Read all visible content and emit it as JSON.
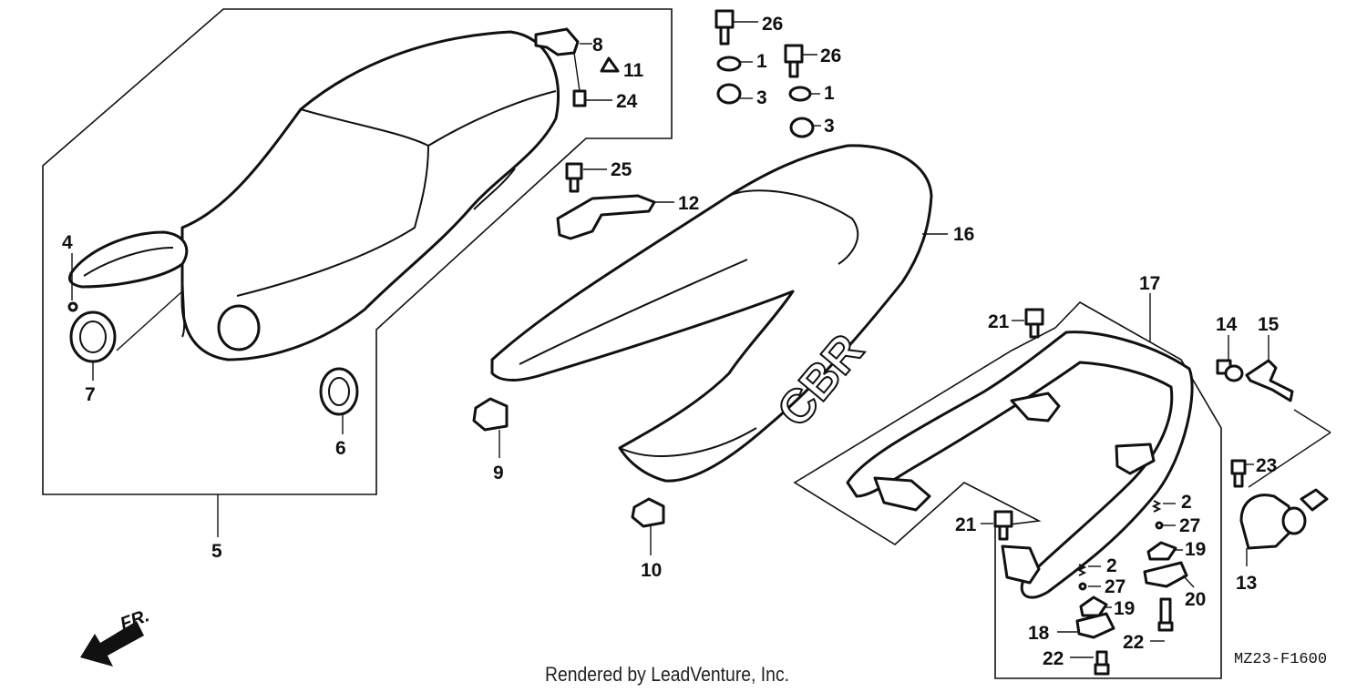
{
  "credit": "Rendered by LeadVenture, Inc.",
  "diagram_code": "MZ23-F1600",
  "direction_label": "FR.",
  "callouts": [
    "1",
    "1",
    "2",
    "2",
    "3",
    "3",
    "4",
    "5",
    "6",
    "7",
    "8",
    "9",
    "10",
    "11",
    "12",
    "13",
    "14",
    "15",
    "16",
    "17",
    "18",
    "19",
    "19",
    "20",
    "21",
    "21",
    "22",
    "22",
    "23",
    "24",
    "25",
    "26",
    "26",
    "27",
    "27"
  ]
}
